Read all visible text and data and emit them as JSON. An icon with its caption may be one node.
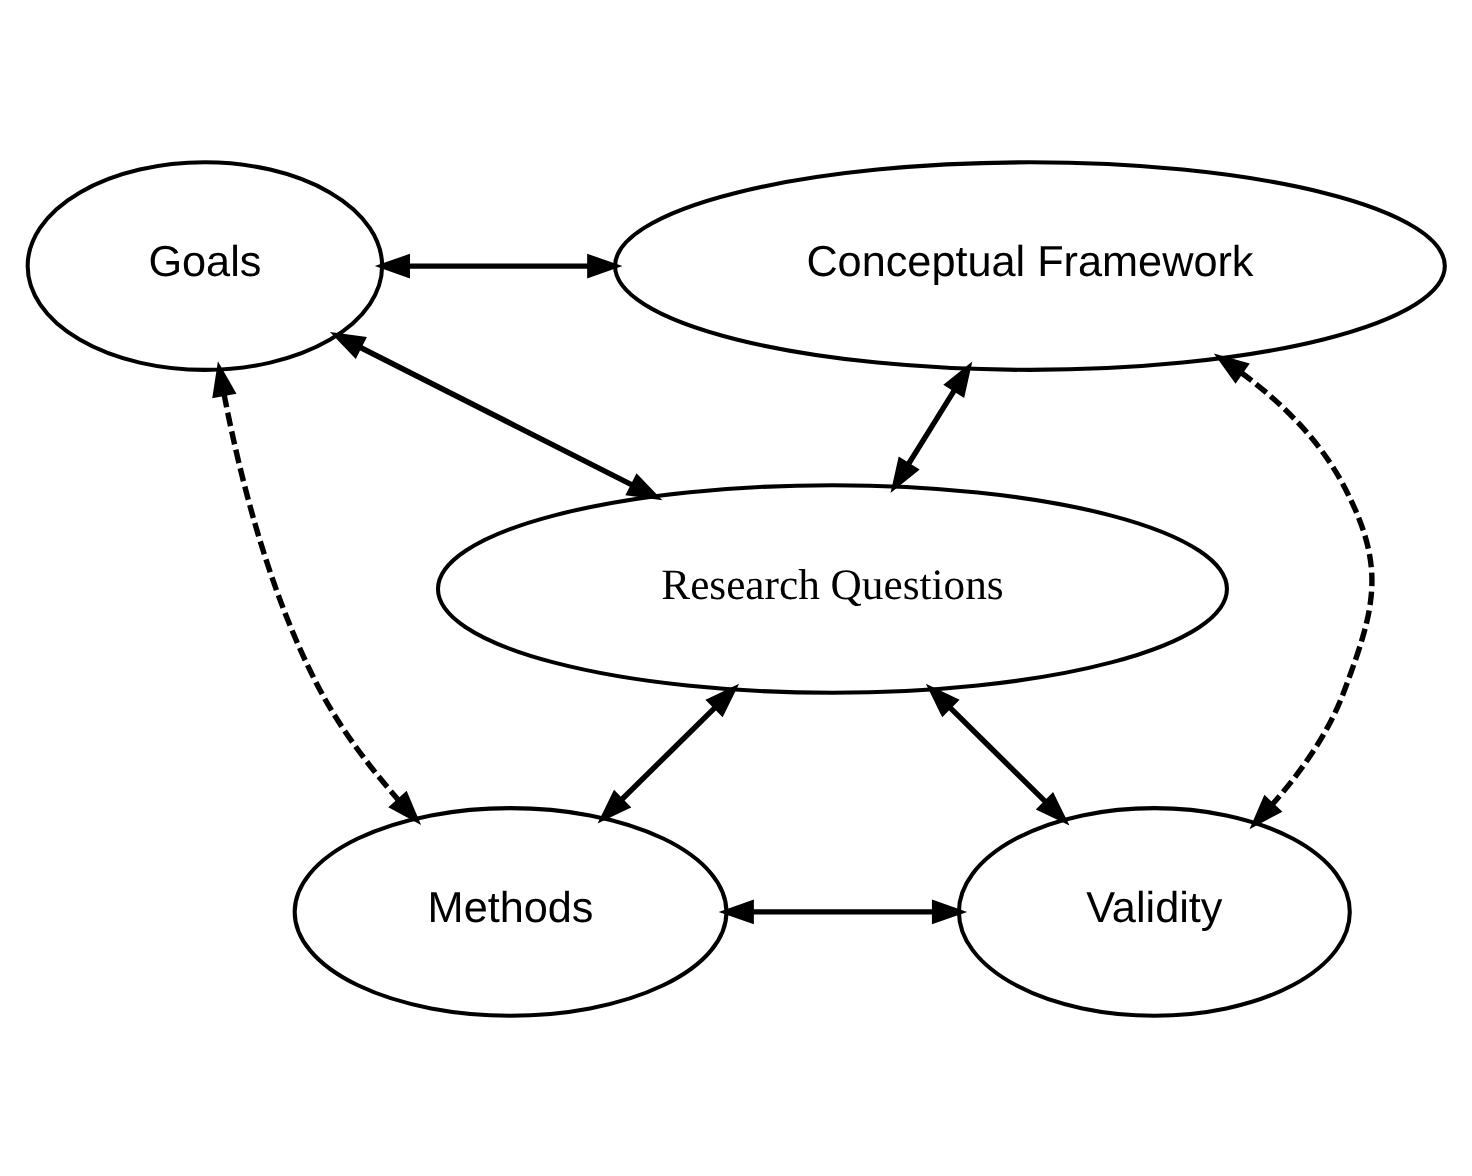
{
  "diagram": {
    "nodes": [
      {
        "text": [
          "Goals"
        ]
      },
      {
        "text": [
          "Conceptual Framework"
        ]
      },
      {
        "text": [
          "Research Questions"
        ]
      },
      {
        "text": [
          "Methods"
        ]
      },
      {
        "text": [
          "Validity"
        ]
      }
    ],
    "edges": [
      {
        "from": 0,
        "to": 1,
        "arrow": "both"
      },
      {
        "from": 0,
        "to": 2,
        "arrow": "both"
      },
      {
        "from": 1,
        "to": 2,
        "arrow": "both"
      },
      {
        "from": 0,
        "to": 3,
        "arrow": "both",
        "style": "dashed"
      },
      {
        "from": 1,
        "to": 4,
        "arrow": "both",
        "style": "dashed"
      },
      {
        "from": 2,
        "to": 3,
        "arrow": "both"
      },
      {
        "from": 2,
        "to": 4,
        "arrow": "both"
      },
      {
        "from": 3,
        "to": 4,
        "arrow": "both"
      }
    ]
  }
}
